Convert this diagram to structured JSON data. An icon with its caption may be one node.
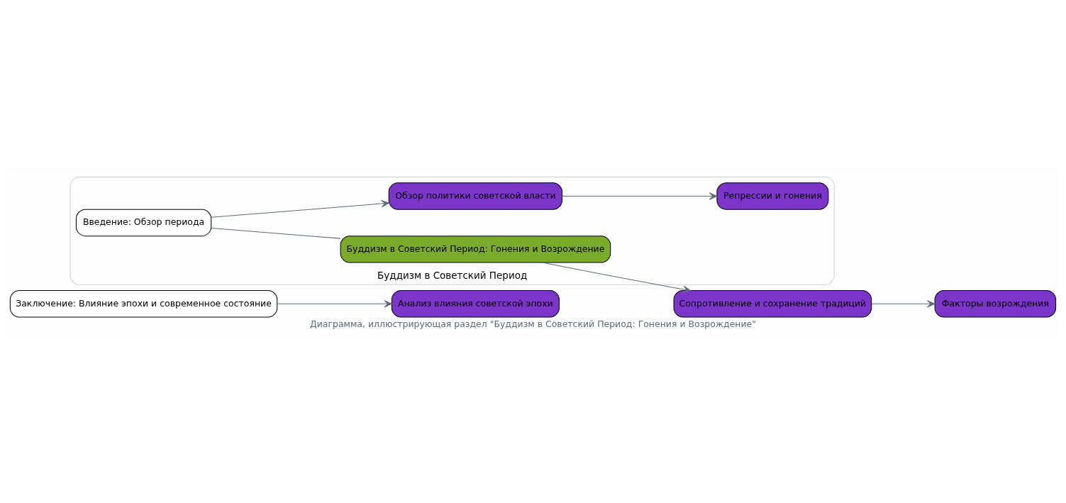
{
  "diagram": {
    "caption": "Диаграмма, иллюстрирующая раздел \"Буддизм в Советский Период: Гонения и Возрождение\"",
    "nodes": [
      {
        "text": [
          "Заключение: Влияние эпохи и современное состояние"
        ]
      },
      {
        "text": [
          "Анализ влияния советской эпохи"
        ]
      },
      {
        "text": [
          "Буддизм в Советский Период"
        ]
      },
      {
        "text": [
          "Введение: Обзор периода"
        ],
        "in": 2
      },
      {
        "text": [
          "Обзор политики советской власти"
        ],
        "in": 2
      },
      {
        "text": [
          "Репрессии и гонения"
        ],
        "in": 2
      },
      {
        "text": [
          "Буддизм в Советский Период: Гонения и Возрождение"
        ],
        "in": 2
      },
      {
        "text": [
          "Сопротивление и сохранение традиций"
        ]
      },
      {
        "text": [
          "Факторы возрождения"
        ]
      }
    ],
    "edges": [
      {
        "from": 0,
        "to": 1,
        "arrow": "to"
      },
      {
        "from": 3,
        "to": 4,
        "arrow": "to"
      },
      {
        "from": 4,
        "to": 5,
        "arrow": "to"
      },
      {
        "from": 3,
        "to": 6,
        "arrow": "none"
      },
      {
        "from": 6,
        "to": 7,
        "arrow": "to"
      },
      {
        "from": 7,
        "to": 8,
        "arrow": "to"
      }
    ]
  }
}
